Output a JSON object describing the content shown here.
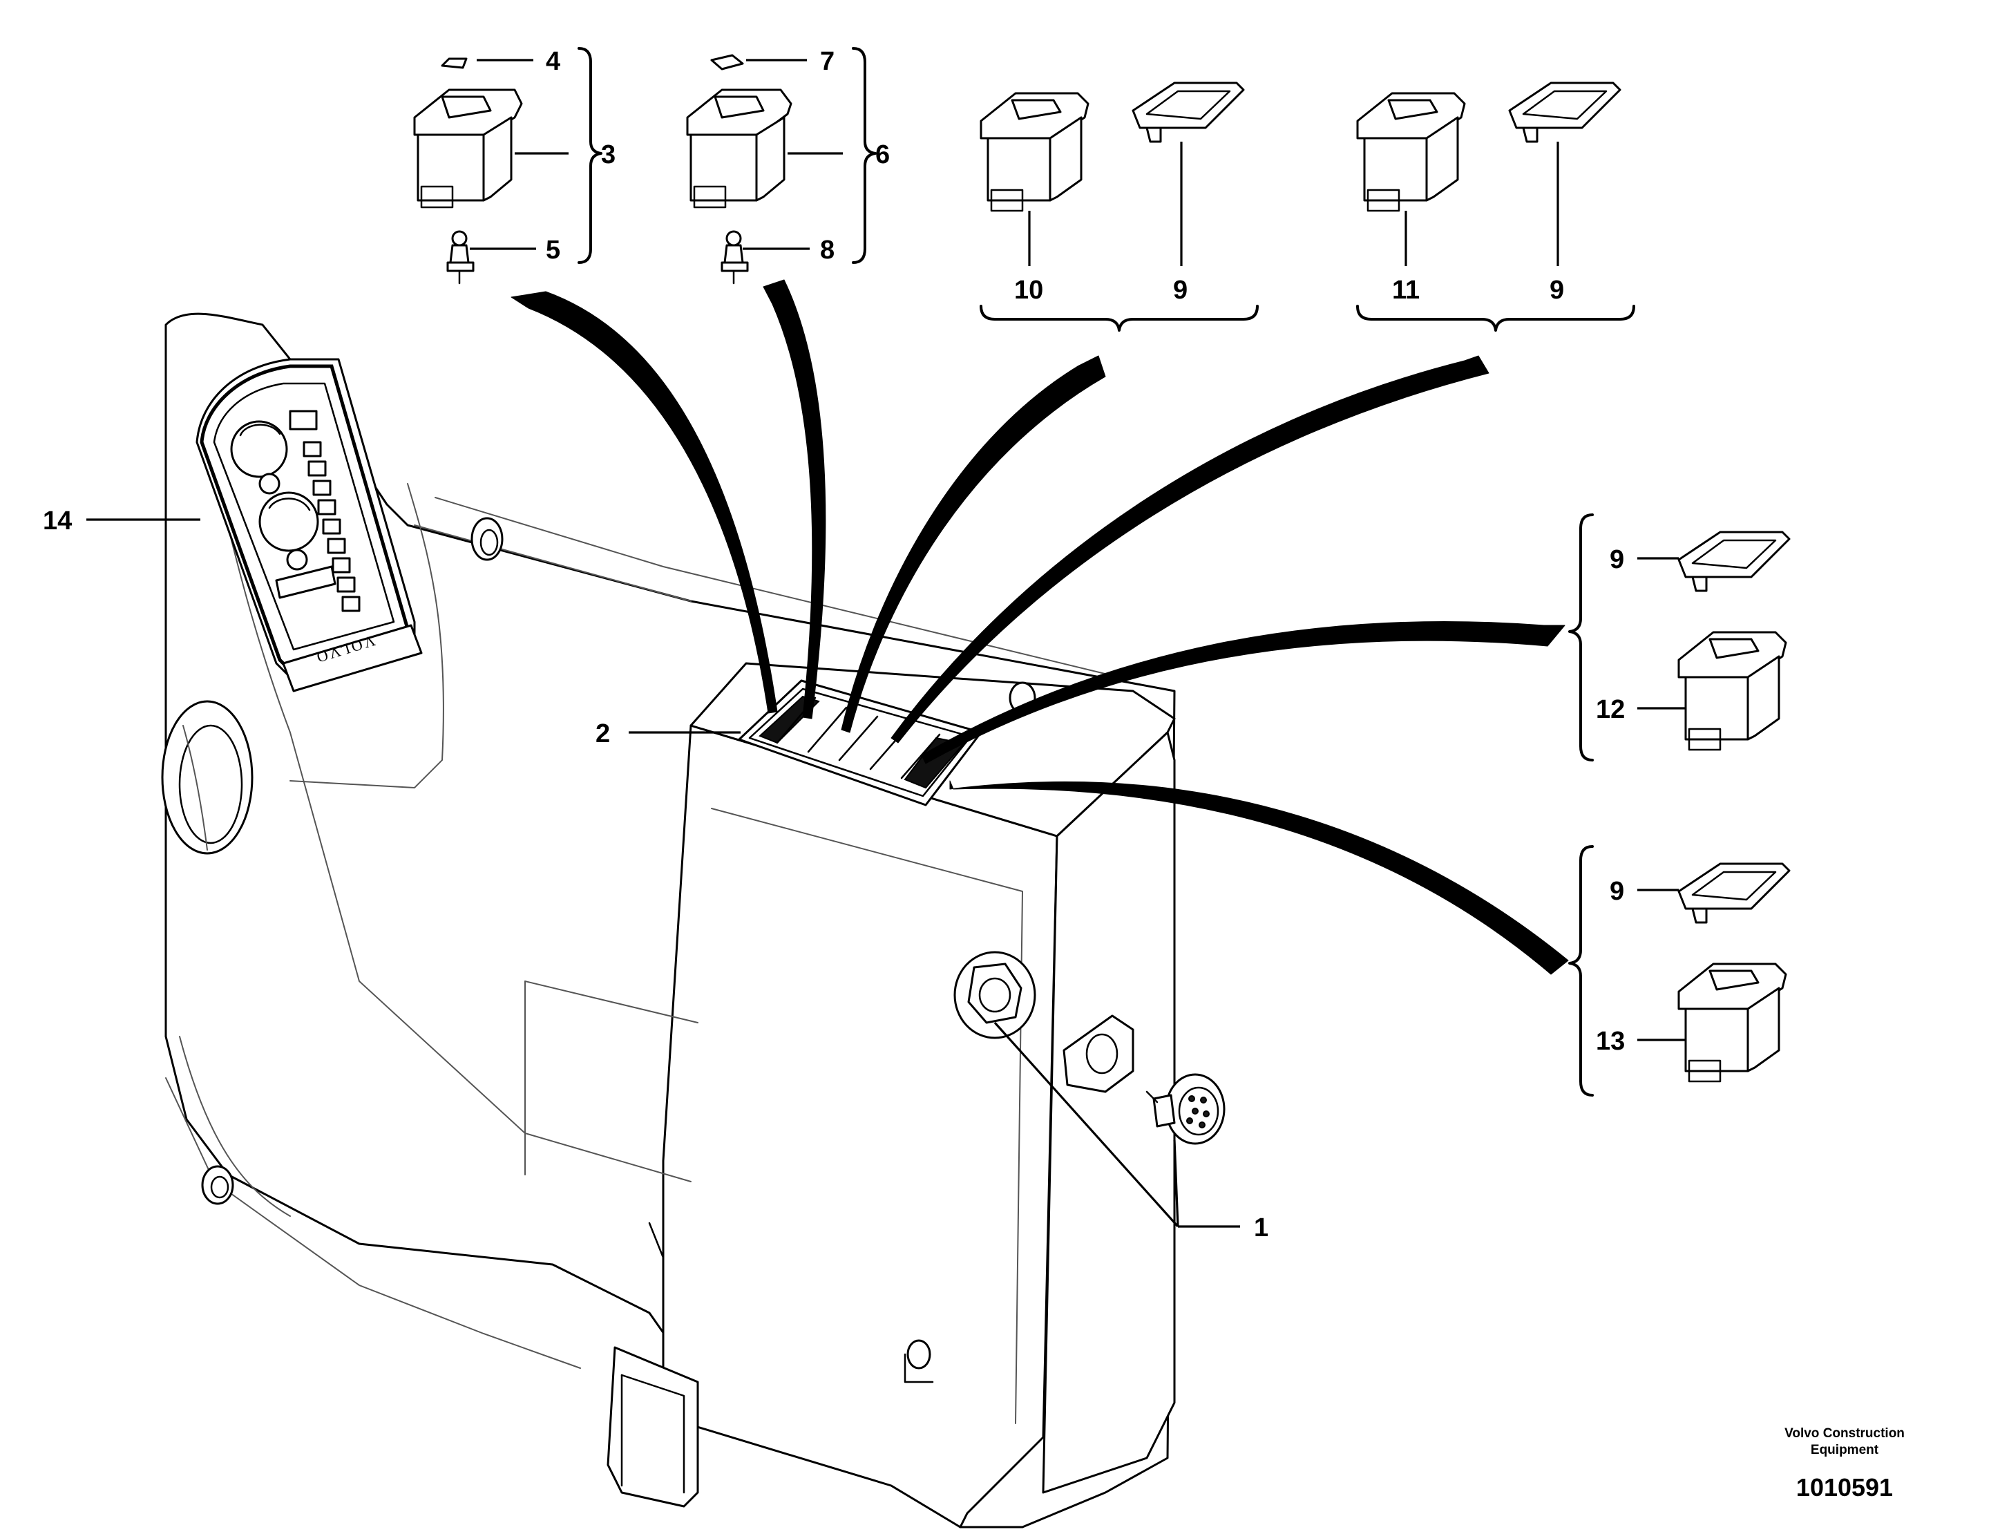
{
  "diagram": {
    "callouts": {
      "c1": "1",
      "c2": "2",
      "c3": "3",
      "c4": "4",
      "c5": "5",
      "c6": "6",
      "c7": "7",
      "c8": "8",
      "c9a": "9",
      "c9b": "9",
      "c9c": "9",
      "c9d": "9",
      "c10": "10",
      "c11": "11",
      "c12": "12",
      "c13": "13",
      "c14": "14"
    },
    "instrument_logo": "VOLVO"
  },
  "footer": {
    "company_line1": "Volvo Construction",
    "company_line2": "Equipment",
    "document_number": "1010591"
  }
}
